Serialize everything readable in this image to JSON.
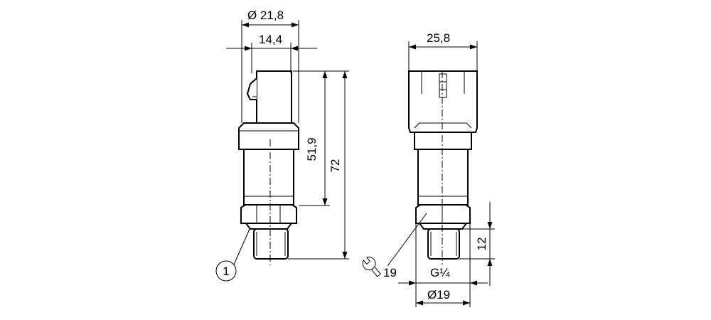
{
  "dimensions": {
    "outer_diameter": "Ø 21,8",
    "connector_width": "14,4",
    "body_width": "25,8",
    "height_to_flat": "51,9",
    "overall_height": "72",
    "thread_length": "12",
    "thread": "G¼",
    "flange_diameter": "Ø19",
    "wrench_size": "19"
  },
  "callout": "1"
}
